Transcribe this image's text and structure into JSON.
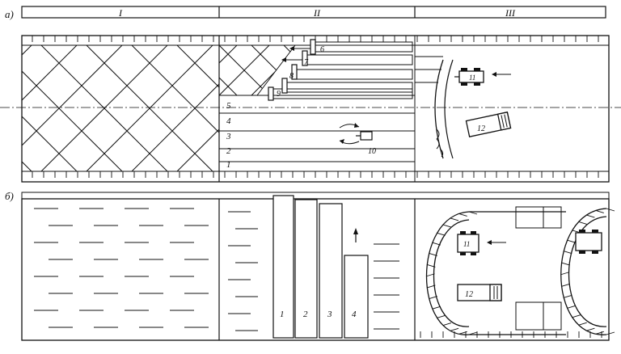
{
  "figure": {
    "part_a_label": "а)",
    "part_b_label": "б)",
    "zones": [
      "I",
      "II",
      "III"
    ]
  },
  "part_a": {
    "strip_numbers": [
      "1",
      "2",
      "3",
      "4",
      "5"
    ],
    "machine_numbers": [
      "6",
      "7",
      "8",
      "9"
    ],
    "small_machine_number": "10",
    "tractor_number": "11",
    "truck_number": "12"
  },
  "part_b": {
    "strip_numbers": [
      "1",
      "2",
      "3",
      "4"
    ],
    "tractor_number": "11",
    "truck_number": "12"
  }
}
